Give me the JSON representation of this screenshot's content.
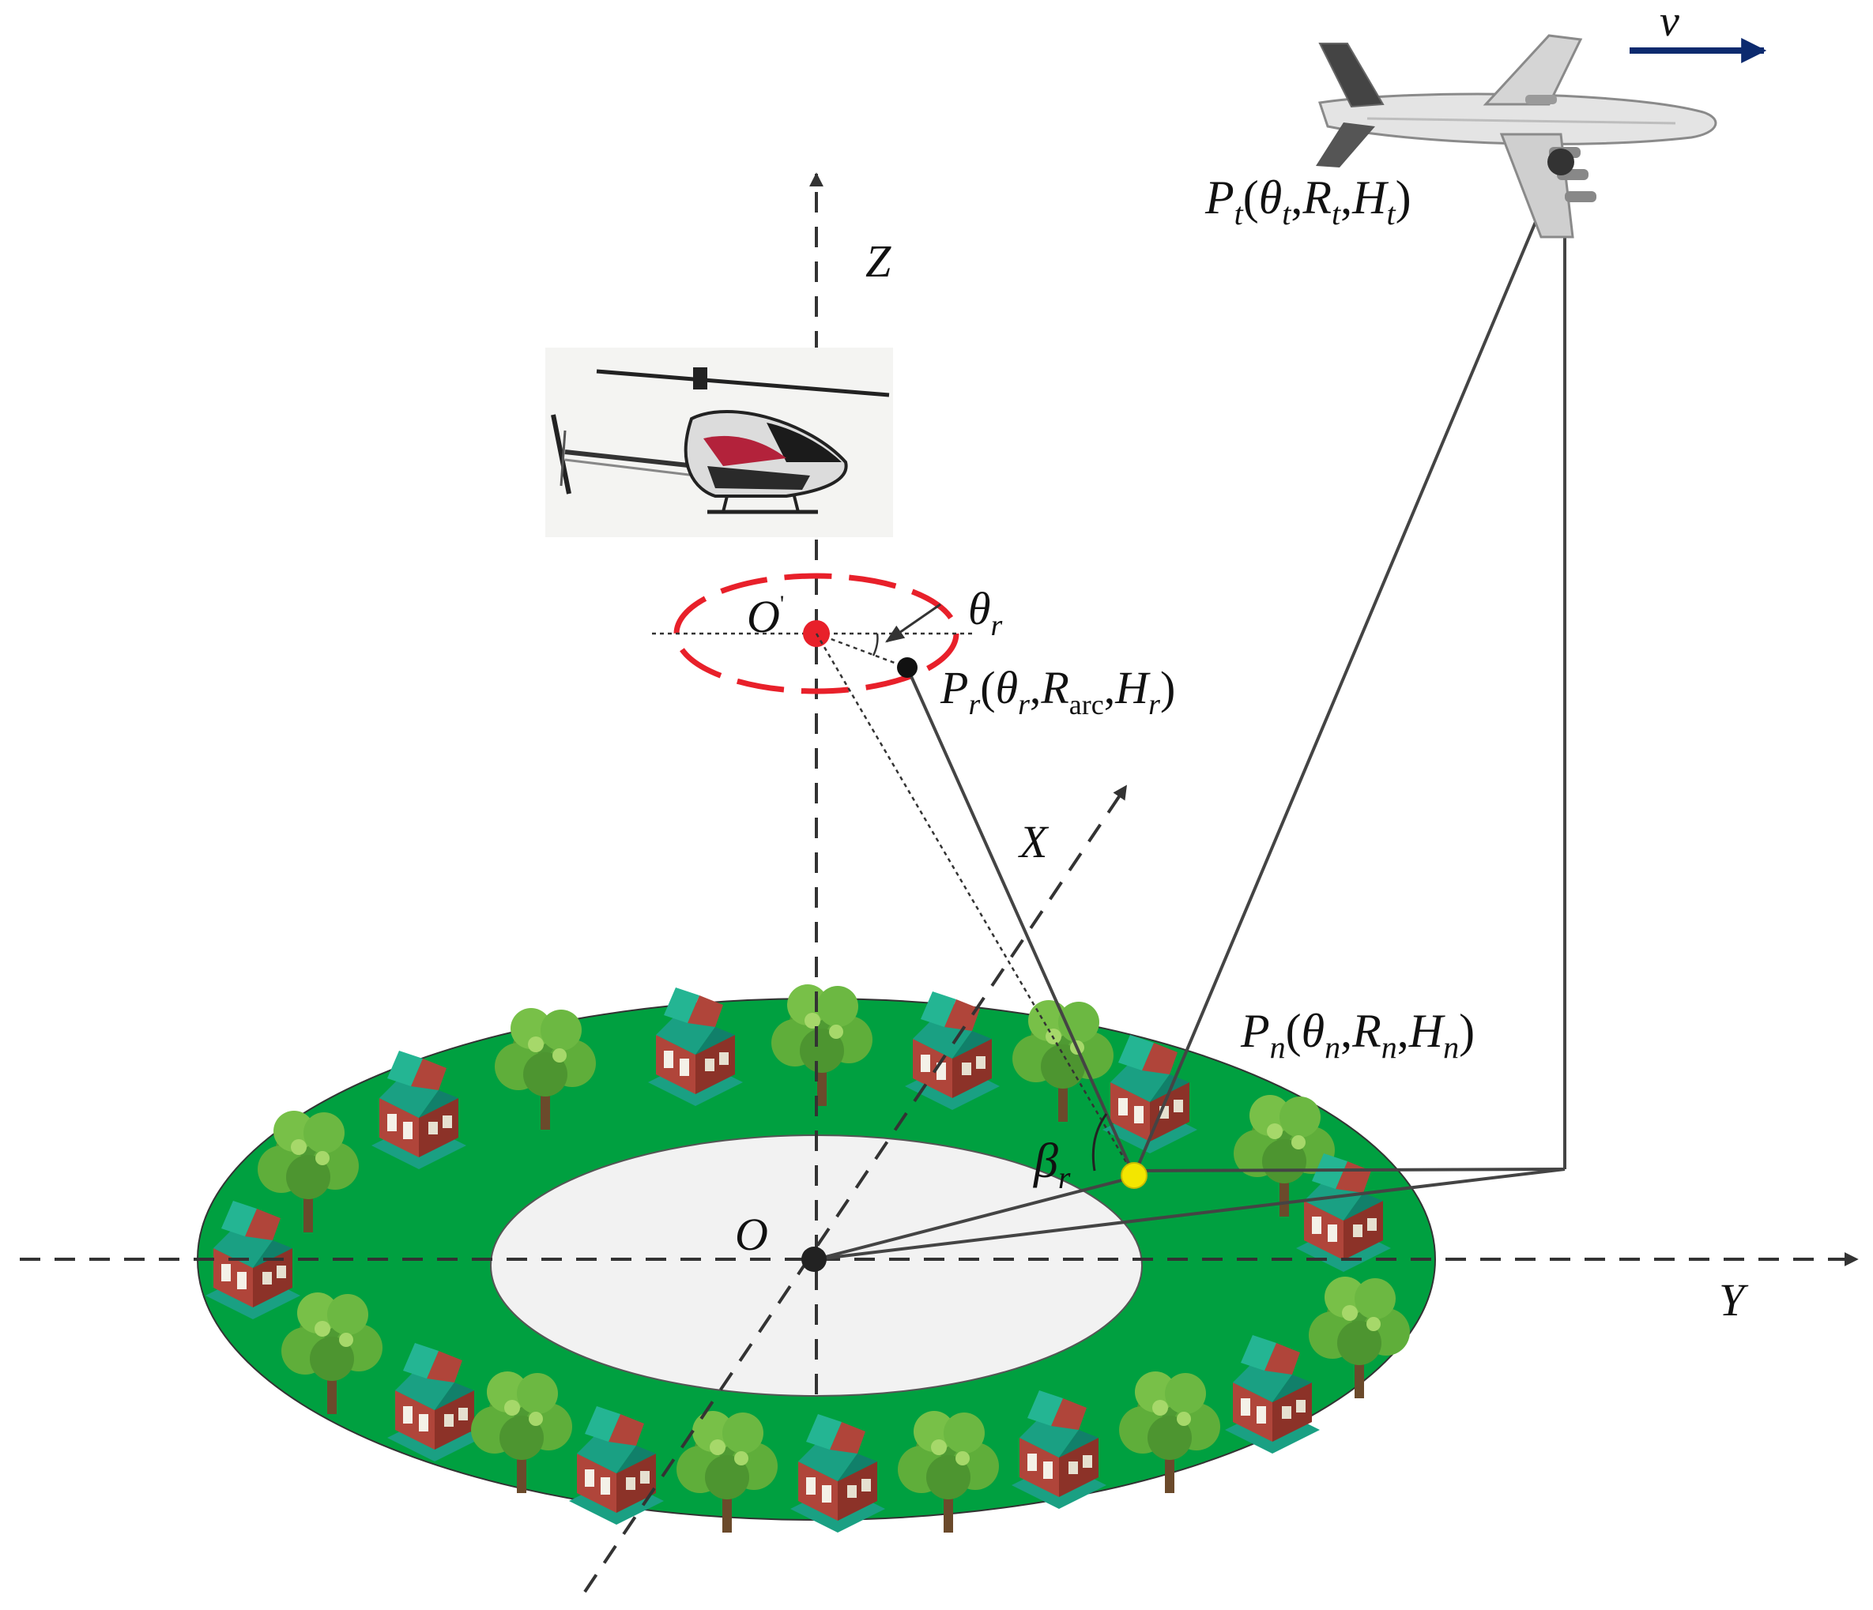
{
  "axes": {
    "z": "Z",
    "x": "X",
    "y": "Y"
  },
  "origin": {
    "ground": "O",
    "receiver_center": "O",
    "receiver_center_prime": "'"
  },
  "angles": {
    "theta_r": {
      "sym": "θ",
      "sub": "r"
    },
    "beta_r": {
      "sym": "β",
      "sub": "r"
    }
  },
  "velocity": "v",
  "points": {
    "transmitter": {
      "name": "P",
      "sub": "t",
      "args": [
        {
          "sym": "θ",
          "sub": "t"
        },
        {
          "sym": "R",
          "sub": "t"
        },
        {
          "sym": "H",
          "sub": "t"
        }
      ]
    },
    "receiver": {
      "name": "P",
      "sub": "r",
      "args": [
        {
          "sym": "θ",
          "sub": "r"
        },
        {
          "sym": "R",
          "sub": "arc"
        },
        {
          "sym": "H",
          "sub": "r"
        }
      ]
    },
    "scatterer": {
      "name": "P",
      "sub": "n",
      "args": [
        {
          "sym": "θ",
          "sub": "n"
        },
        {
          "sym": "R",
          "sub": "n"
        },
        {
          "sym": "H",
          "sub": "n"
        }
      ]
    }
  },
  "punct": {
    "open": "(",
    "close": ")",
    "comma": ","
  },
  "colors": {
    "ring": "#00a040",
    "inner": "#f2f2f2",
    "axis": "#333333",
    "path": "#444444",
    "circle": "#e8202a",
    "scatter_point": "#f3e600",
    "velocity_arrow": "#0c2a6e",
    "house_roof": "#1aa083",
    "house_wall": "#b0453a",
    "tree": "#5fae3a"
  },
  "icons": [
    "helicopter-icon",
    "airplane-icon",
    "house-icon",
    "tree-icon"
  ]
}
